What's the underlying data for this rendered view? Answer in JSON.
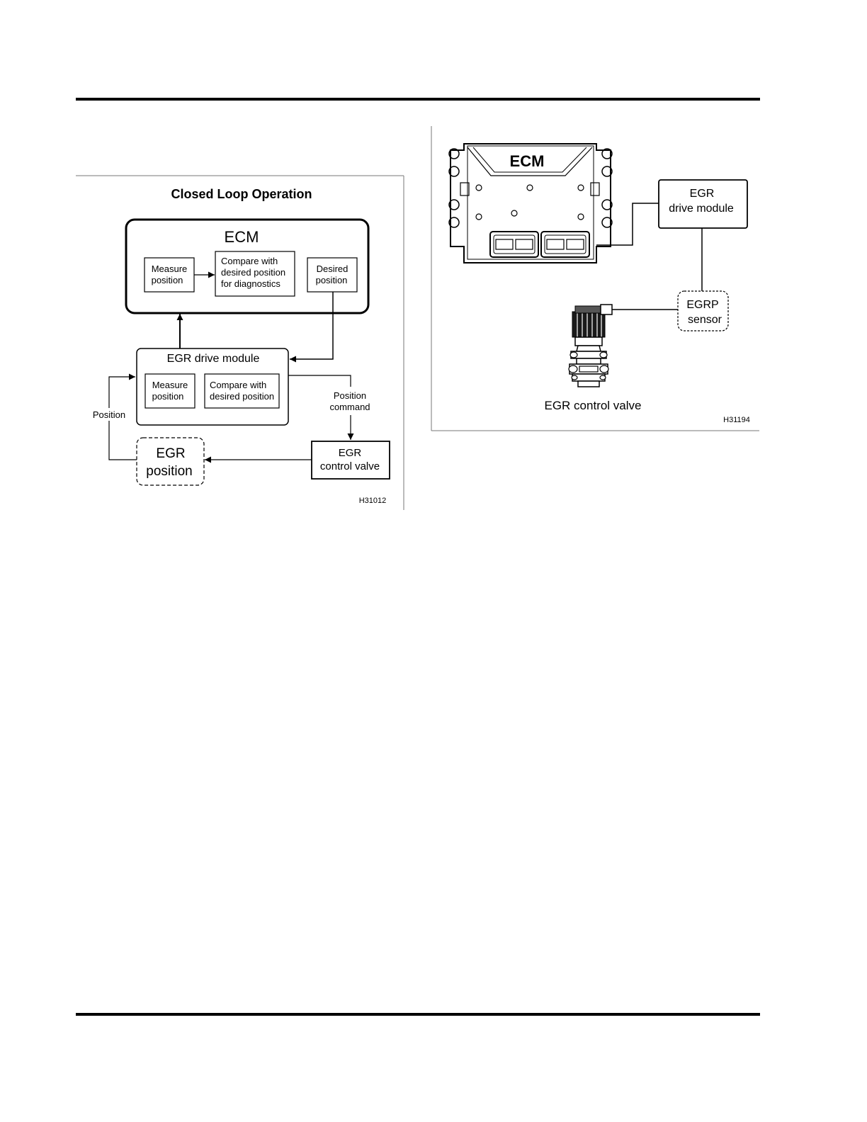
{
  "closed_loop": {
    "title": "Closed Loop Operation",
    "ecm": {
      "title": "ECM",
      "measure": [
        "Measure",
        "position"
      ],
      "compare": [
        "Compare with",
        "desired position",
        "for diagnostics"
      ],
      "desired": [
        "Desired",
        "position"
      ]
    },
    "drive_module": {
      "title": "EGR drive module",
      "measure": [
        "Measure",
        "position"
      ],
      "compare": [
        "Compare with",
        "desired position"
      ]
    },
    "position_label": "Position",
    "command_label": [
      "Position",
      "command"
    ],
    "egr_position": [
      "EGR",
      "position"
    ],
    "egr_valve": [
      "EGR",
      "control valve"
    ],
    "figure_id": "H31012"
  },
  "component_view": {
    "ecm_label": "ECM",
    "drive_module": [
      "EGR",
      "drive module"
    ],
    "sensor": [
      "EGRP",
      "sensor"
    ],
    "valve_label": "EGR control valve",
    "figure_id": "H31194"
  }
}
